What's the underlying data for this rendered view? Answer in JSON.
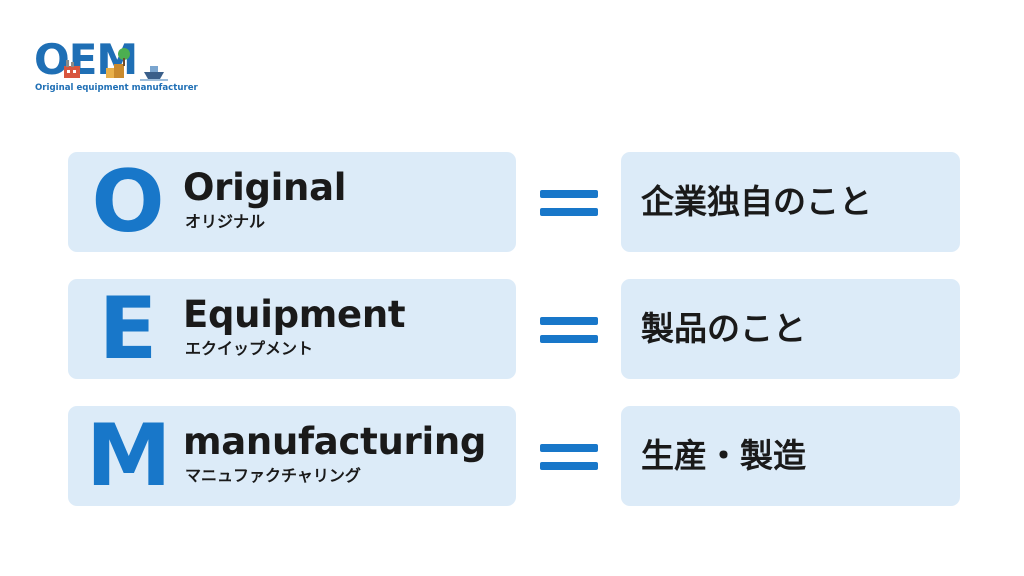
{
  "logo": {
    "word": "OEM",
    "subtitle": "Original equipment manufacturer",
    "icons": [
      "factory-icon",
      "cube-icon",
      "tree-icon",
      "ship-icon"
    ]
  },
  "rows": [
    {
      "letter": "O",
      "word": "Original",
      "reading": "オリジナル",
      "meaning": "企業独自のこと"
    },
    {
      "letter": "E",
      "word": "Equipment",
      "reading": "エクイップメント",
      "meaning": "製品のこと"
    },
    {
      "letter": "M",
      "word": "manufacturing",
      "reading": "マニュファクチャリング",
      "meaning": "生産・製造"
    }
  ],
  "colors": {
    "accent": "#1877c9",
    "box_background": "#dcebf8",
    "text": "#1a1a1a",
    "logo_blue": "#1f6fb5"
  }
}
